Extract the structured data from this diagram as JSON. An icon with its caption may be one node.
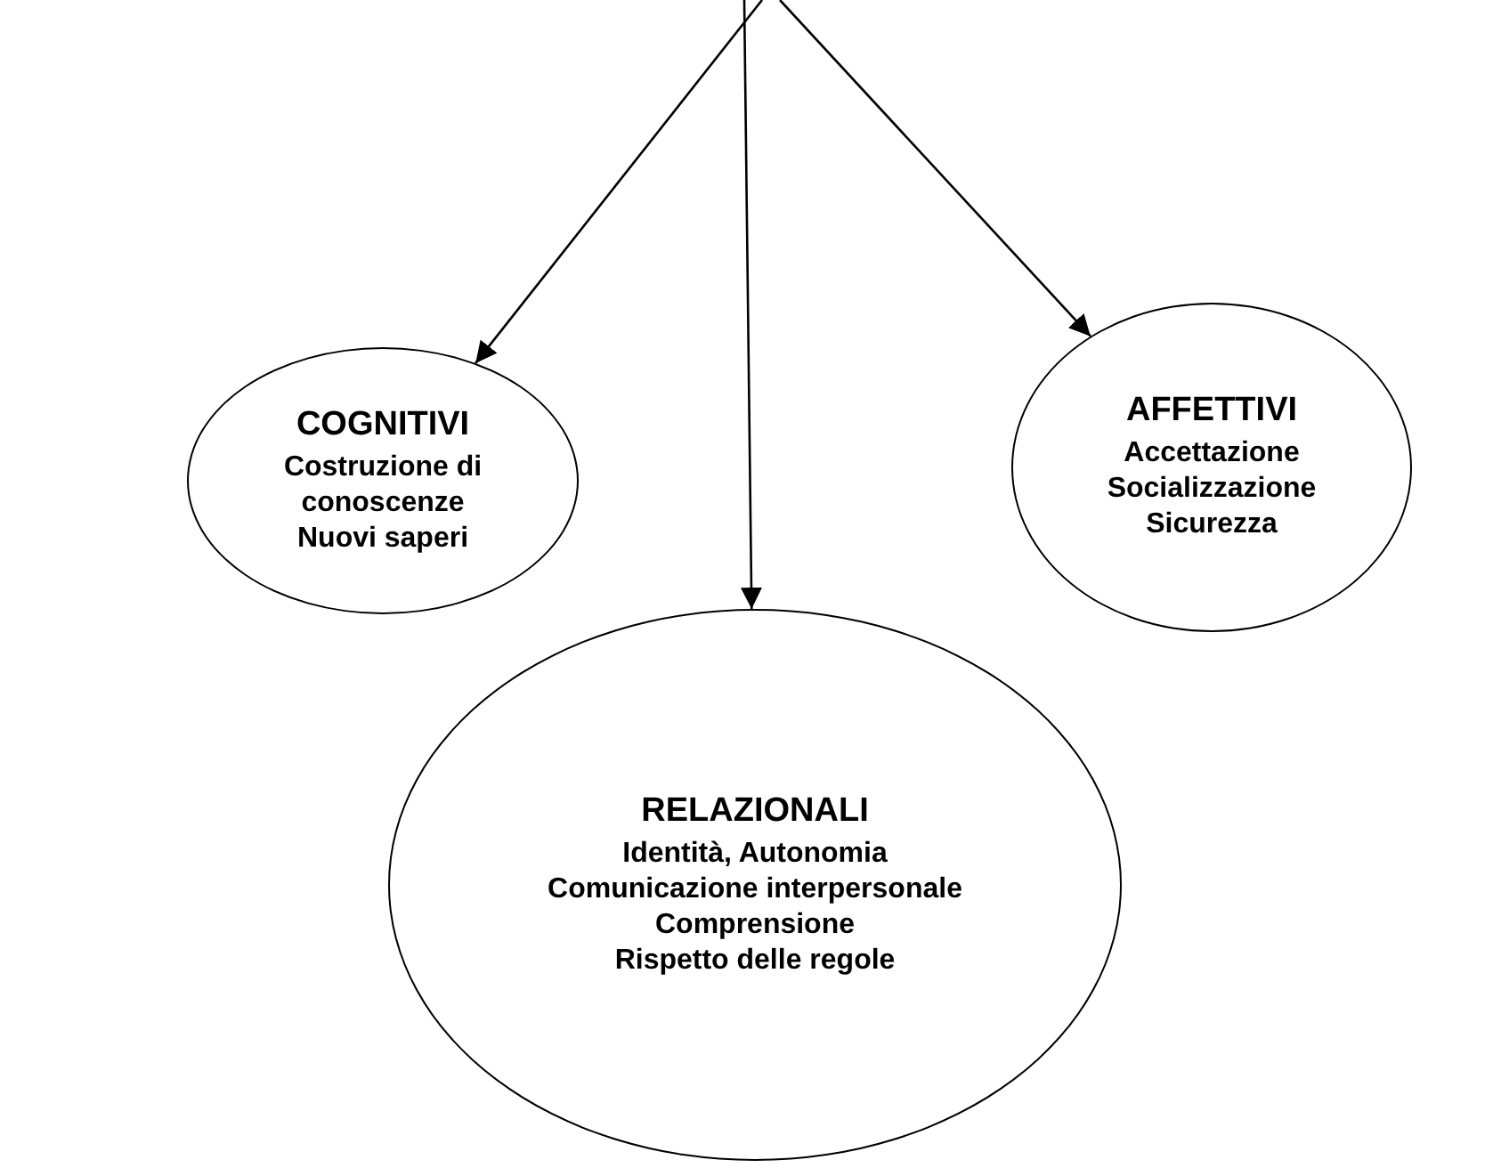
{
  "diagram": {
    "nodes": [
      {
        "text": [
          "COGNITIVI",
          "Costruzione di conoscenze",
          "Nuovi saperi"
        ]
      },
      {
        "text": [
          "AFFETTIVI",
          "Accettazione",
          "Socializzazione",
          "Sicurezza"
        ]
      },
      {
        "text": [
          "RELAZIONALI",
          "Identità, Autonomia",
          "Comunicazione interpersonale",
          "Comprensione",
          "Rispetto delle regole"
        ]
      }
    ],
    "edges": [
      {
        "from": null,
        "to": 0,
        "arrow": "to"
      },
      {
        "from": null,
        "to": 2,
        "arrow": "to"
      },
      {
        "from": null,
        "to": 1,
        "arrow": "to"
      }
    ]
  }
}
